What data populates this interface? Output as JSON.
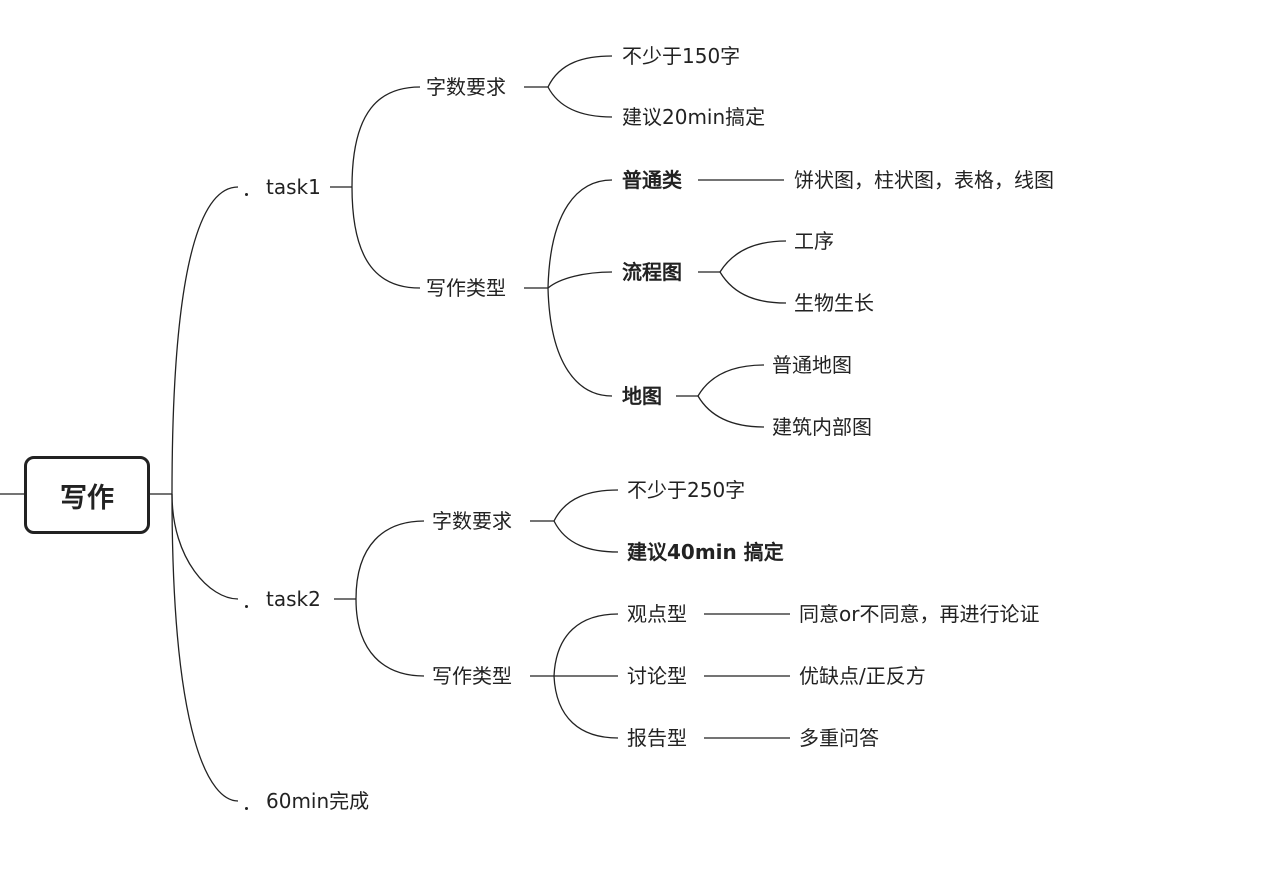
{
  "root": {
    "label": "写作"
  },
  "task1": {
    "label": "task1",
    "word_count": {
      "label": "字数要求",
      "items": [
        "不少于150字",
        "建议20min搞定"
      ]
    },
    "types": {
      "label": "写作类型",
      "common": {
        "label": "普通类",
        "detail": "饼状图，柱状图，表格，线图"
      },
      "flowchart": {
        "label": "流程图",
        "items": [
          "工序",
          "生物生长"
        ]
      },
      "map": {
        "label": "地图",
        "items": [
          "普通地图",
          "建筑内部图"
        ]
      }
    }
  },
  "task2": {
    "label": "task2",
    "word_count": {
      "label": "字数要求",
      "items": [
        "不少于250字",
        "建议40min 搞定"
      ]
    },
    "types": {
      "label": "写作类型",
      "opinion": {
        "label": "观点型",
        "detail": "同意or不同意，再进行论证"
      },
      "discussion": {
        "label": "讨论型",
        "detail": "优缺点/正反方"
      },
      "report": {
        "label": "报告型",
        "detail": "多重问答"
      }
    }
  },
  "total_time": {
    "label": "60min完成"
  }
}
